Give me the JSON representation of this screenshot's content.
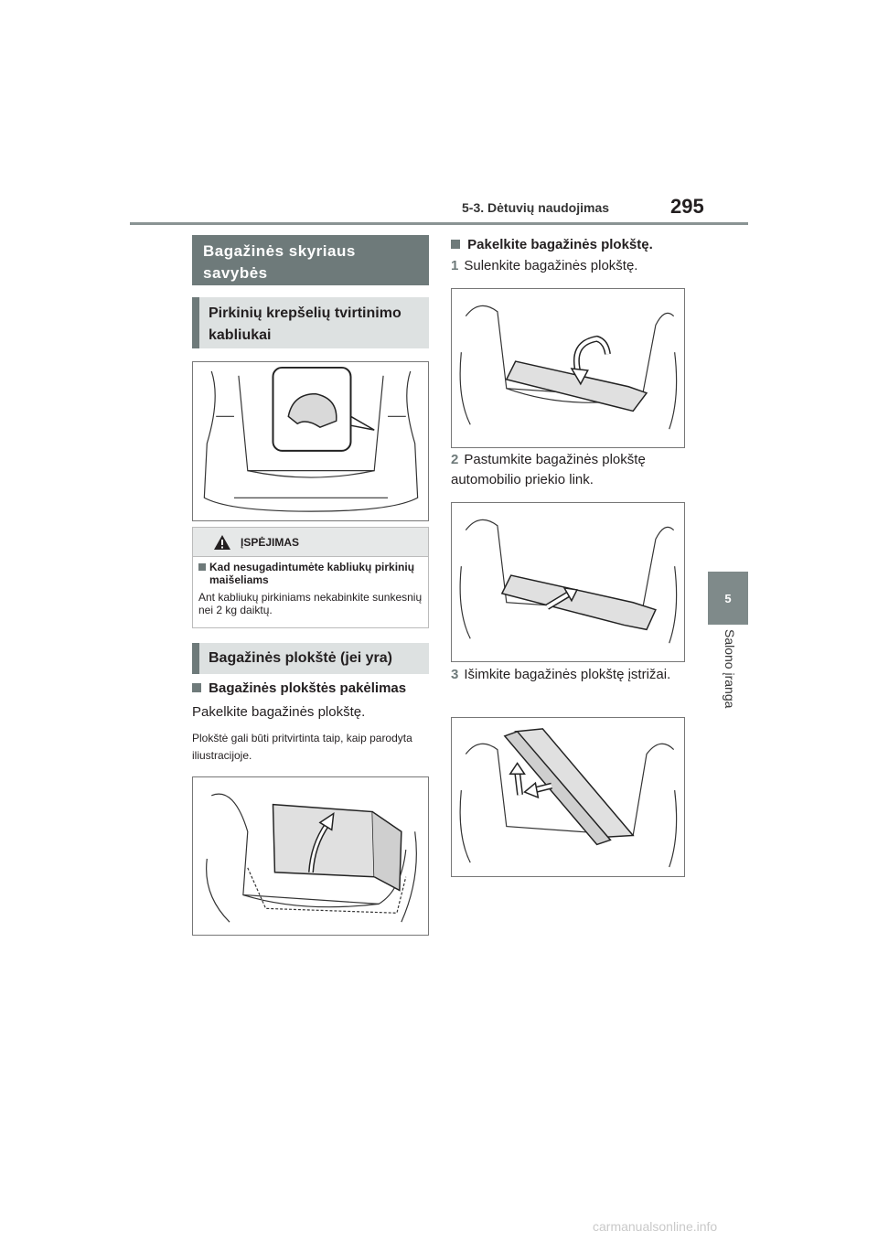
{
  "header": {
    "section": "5-3. Dėtuvių naudojimas",
    "page_number": "295"
  },
  "chapter": {
    "number": "5",
    "title": "Salono įranga"
  },
  "left": {
    "main_heading": "Bagažinės skyriaus savybės",
    "sub_heading_1": "Pirkinių krepšelių tvirtinimo kabliukai",
    "warning": {
      "title": "ĮSPĖJIMAS",
      "subtitle": "Kad nesugadintumėte kabliukų pirkinių maišeliams",
      "body": "Ant kabliukų pirkiniams nekabinkite sunkesnių nei 2 kg daiktų."
    },
    "sub_heading_2": "Bagažinės plokštė (jei yra)",
    "lift_title": "Bagažinės plokštės pakėlimas",
    "lift_text": "Pakelkite bagažinės plokštę.",
    "lift_note": "Plokštė gali būti pritvirtinta taip, kaip parodyta iliustracijoje."
  },
  "right": {
    "title": "Pakelkite bagažinės plokštę.",
    "steps": [
      {
        "num": "1",
        "text": "Sulenkite bagažinės plokštę."
      },
      {
        "num": "2",
        "text": "Pastumkite bagažinės plokštę automobilio priekio link."
      },
      {
        "num": "3",
        "text": "Išimkite bagažinės plokštę įstrižai."
      }
    ]
  },
  "footer": {
    "watermark": "carmanualsonline.info"
  },
  "colors": {
    "heading_bg": "#6e7a7a",
    "subheading_bg": "#dde1e1",
    "rule": "#8a9494"
  }
}
